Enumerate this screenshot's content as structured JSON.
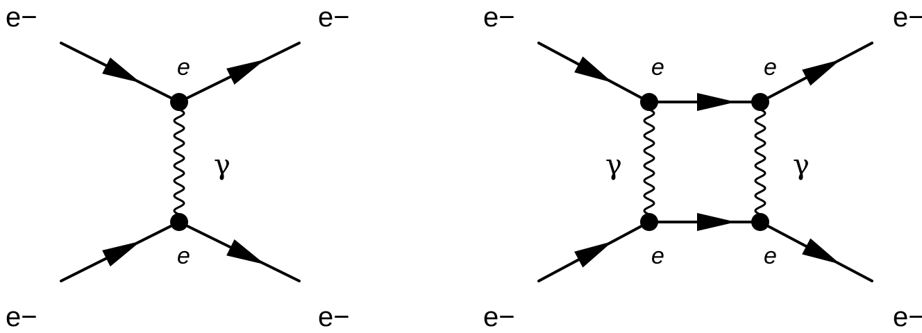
{
  "diagrams": [
    {
      "external_labels": {
        "top_left": "e−",
        "top_right": "e−",
        "bottom_left": "e−",
        "bottom_right": "e−"
      },
      "vertex_labels": [
        "e",
        "e"
      ],
      "photon_labels": [
        "γ"
      ]
    },
    {
      "external_labels": {
        "top_left": "e−",
        "top_right": "e−",
        "bottom_left": "e−",
        "bottom_right": "e−"
      },
      "vertex_labels": [
        "e",
        "e",
        "e",
        "e"
      ],
      "photon_labels": [
        "γ",
        "γ"
      ]
    }
  ]
}
